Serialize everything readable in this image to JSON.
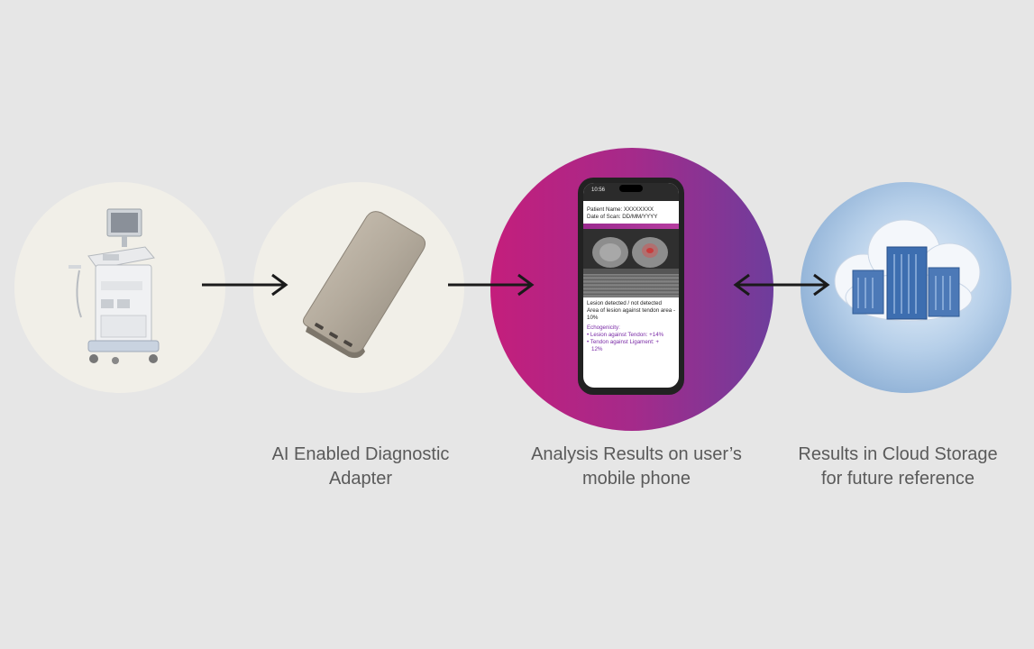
{
  "diagram": {
    "steps": [
      {
        "id": "ultrasound-machine",
        "caption": ""
      },
      {
        "id": "adapter",
        "caption": "AI Enabled Diagnostic\nAdapter"
      },
      {
        "id": "mobile-phone",
        "caption": "Analysis Results on user’s\nmobile phone"
      },
      {
        "id": "cloud-storage",
        "caption": "Results in Cloud Storage\nfor future reference"
      }
    ],
    "arrows": [
      {
        "from": "ultrasound-machine",
        "to": "adapter",
        "direction": "one-way"
      },
      {
        "from": "adapter",
        "to": "mobile-phone",
        "direction": "one-way"
      },
      {
        "from": "mobile-phone",
        "to": "cloud-storage",
        "direction": "two-way"
      }
    ]
  },
  "phone_screen": {
    "status_time": "10:56",
    "patient_name": "Patient Name: XXXXXXXX",
    "date_of_scan": "Date of Scan:   DD/MM/YYYY",
    "lesion_status": "Lesion detected / not detected",
    "area_line1": "Area of lesion against tendon area -",
    "area_line2": "10%",
    "echo_title": "Echogenicity:",
    "echo_item1": "•   Lesion against Tendon: +14%",
    "echo_item2_line1": "•   Tendon against Ligament: +",
    "echo_item2_line2": "12%"
  },
  "colors": {
    "background": "#e6e6e6",
    "arrow": "#1a1a1a",
    "caption_text": "#5a5a5a",
    "gradient_start": "#c41e7c",
    "gradient_end": "#6e3d9c"
  }
}
